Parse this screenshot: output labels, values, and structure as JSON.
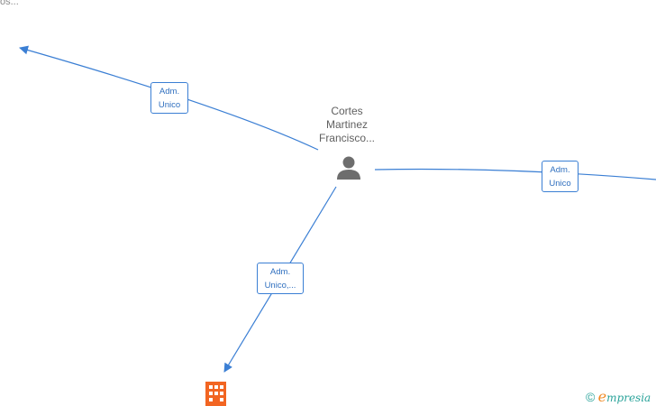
{
  "diagram": {
    "cut_label": "os...",
    "center_node": {
      "name_lines": [
        "Cortes",
        "Martinez",
        "Francisco..."
      ],
      "icon": "person-icon"
    },
    "edges": [
      {
        "id": "left",
        "label_lines": [
          "Adm.",
          "Unico"
        ]
      },
      {
        "id": "right",
        "label_lines": [
          "Adm.",
          "Unico"
        ]
      },
      {
        "id": "bottom",
        "label_lines": [
          "Adm.",
          "Unico,..."
        ]
      }
    ],
    "company_node": {
      "icon": "building-icon"
    }
  },
  "colors": {
    "edge": "#3b7fd4",
    "label_text": "#2f6fbf",
    "person": "#6d6d6d",
    "company": "#f26522",
    "brand": "#2aa39a",
    "brand_accent": "#f08a24"
  },
  "brand": {
    "copyright": "©",
    "initial": "e",
    "rest": "mpresia"
  }
}
